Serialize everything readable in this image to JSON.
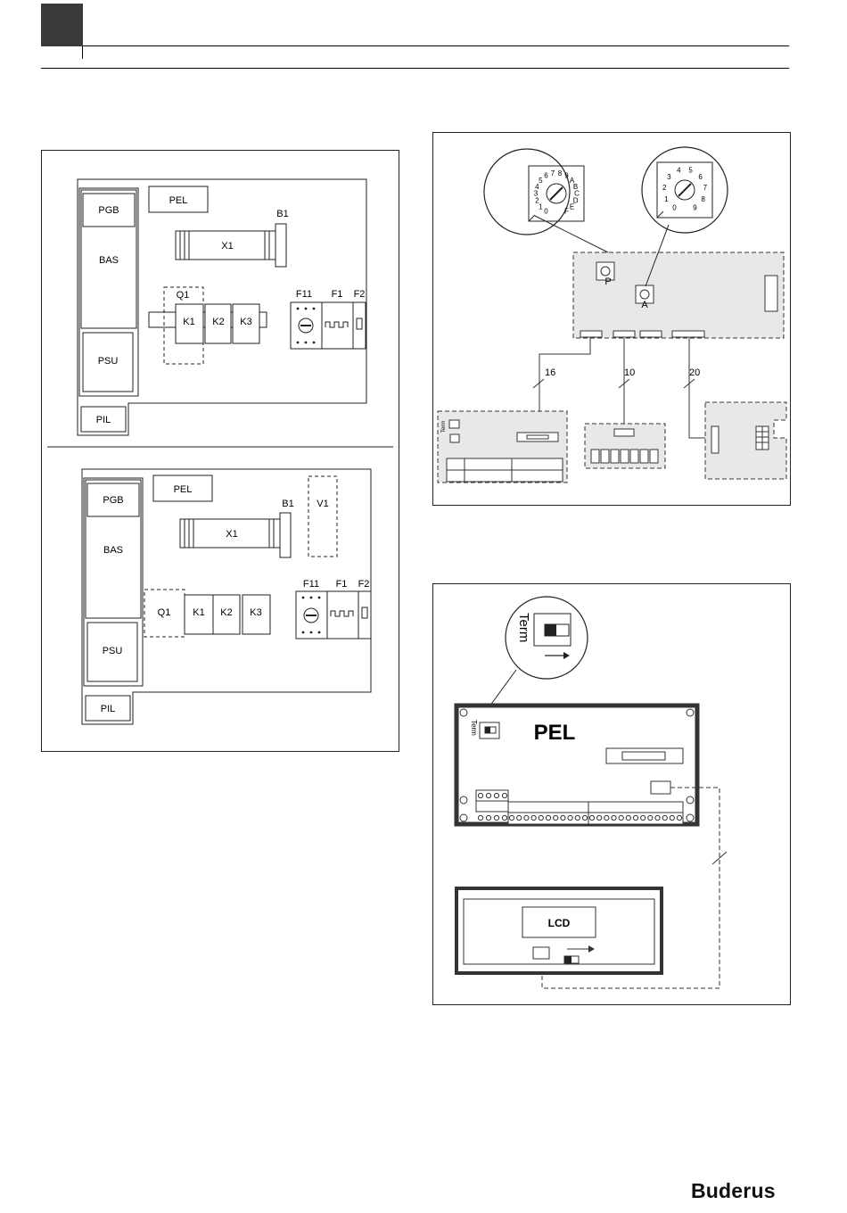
{
  "left_panel": {
    "top": {
      "labels": {
        "pgb": "PGB",
        "bas": "BAS",
        "psu": "PSU",
        "pil": "PIL",
        "pel": "PEL",
        "x1": "X1",
        "b1": "B1",
        "q1": "Q1",
        "k1": "K1",
        "k2": "K2",
        "k3": "K3",
        "f11": "F11",
        "f1": "F1",
        "f2": "F2"
      }
    },
    "bottom": {
      "labels": {
        "pgb": "PGB",
        "bas": "BAS",
        "psu": "PSU",
        "pil": "PIL",
        "pel": "PEL",
        "x1": "X1",
        "b1": "B1",
        "v1": "V1",
        "q1": "Q1",
        "k1": "K1",
        "k2": "K2",
        "k3": "K3",
        "f11": "F11",
        "f1": "F1",
        "f2": "F2"
      }
    }
  },
  "right_top_panel": {
    "dial_p_digits": [
      "0",
      "1",
      "2",
      "3",
      "4",
      "5",
      "6",
      "7",
      "8",
      "9",
      "A",
      "B",
      "C",
      "D",
      "E",
      "F"
    ],
    "dial_a_digits": [
      "0",
      "1",
      "2",
      "3",
      "4",
      "5",
      "6",
      "7",
      "8",
      "9"
    ],
    "label_p": "P",
    "label_a": "A",
    "cable_16": "16",
    "cable_10": "10",
    "cable_20": "20",
    "term_small": "Term"
  },
  "right_bottom_panel": {
    "term_label": "Term",
    "term_small": "Term",
    "pel_label": "PEL",
    "lcd_label": "LCD"
  },
  "brand": {
    "logo_text": "Buderus",
    "colors": {
      "ink": "#1a1a1a",
      "board": "#e8e8e8",
      "shade": "#cfcfcf"
    }
  }
}
